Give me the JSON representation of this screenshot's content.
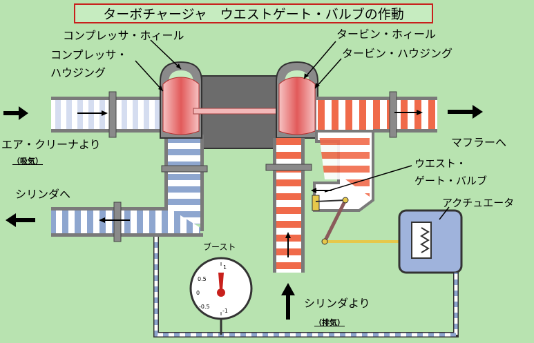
{
  "title": "ターボチャージャ　ウエストゲート・バルブの作動",
  "labels": {
    "compressor_wheel": "コンプレッサ・ホィール",
    "compressor_housing_1": "コンプレッサ・",
    "compressor_housing_2": "ハウジング",
    "turbine_wheel": "タービン・ホィール",
    "turbine_housing": "タービン・ハウジング",
    "air_cleaner_from": "エア・クリーナより",
    "intake": "（吸気）",
    "to_cylinder": "シリンダへ",
    "to_muffler": "マフラーへ",
    "wastegate_1": "ウエスト・",
    "wastegate_2": "ゲート・バルブ",
    "actuator": "アクチュエータ",
    "boost": "ブースト",
    "from_cylinder": "シリンダより",
    "exhaust": "（排気）"
  },
  "gauge": {
    "ticks": [
      "1",
      "0.5",
      "0",
      "-0.5",
      "-1"
    ]
  },
  "colors": {
    "background": "#b8e3b0",
    "intake_stripe": "#8ea6cf",
    "exhaust_stripe": "#f06a4a",
    "title_border": "#c8201c",
    "actuator_body": "#9fb3dc",
    "linkage": "#e6c84a"
  }
}
